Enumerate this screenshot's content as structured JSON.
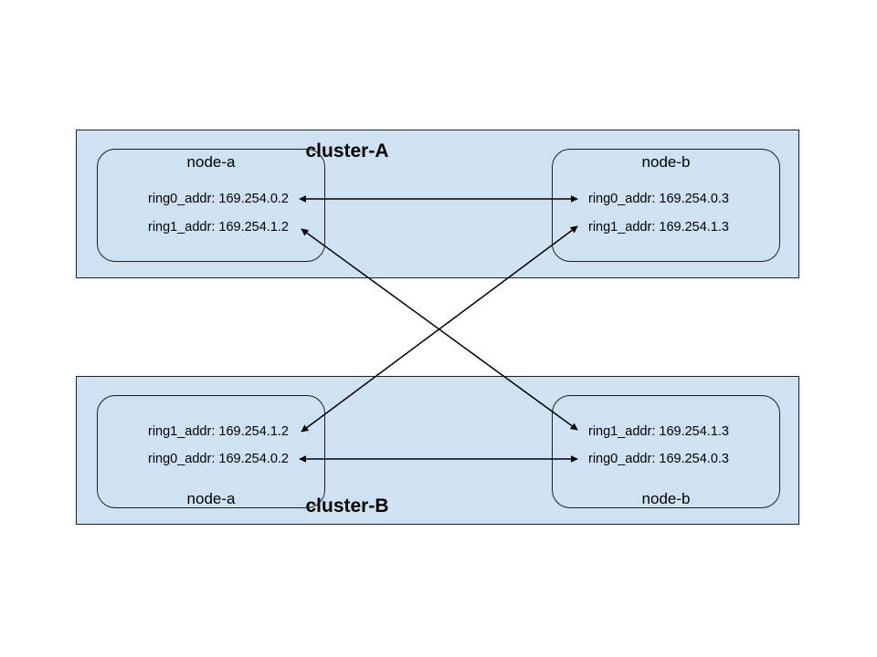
{
  "colors": {
    "cluster_fill": "#cfe2f3",
    "border": "#1f1f1f",
    "arrow": "#000000"
  },
  "clusters": [
    {
      "title": "cluster-A",
      "nodes": [
        {
          "name": "node-a",
          "ring0": "ring0_addr: 169.254.0.2",
          "ring1": "ring1_addr: 169.254.1.2"
        },
        {
          "name": "node-b",
          "ring0": "ring0_addr: 169.254.0.3",
          "ring1": "ring1_addr: 169.254.1.3"
        }
      ]
    },
    {
      "title": "cluster-B",
      "nodes": [
        {
          "name": "node-a",
          "ring1": "ring1_addr: 169.254.1.2",
          "ring0": "ring0_addr: 169.254.0.2"
        },
        {
          "name": "node-b",
          "ring1": "ring1_addr: 169.254.1.3",
          "ring0": "ring0_addr: 169.254.0.3"
        }
      ]
    }
  ],
  "links": [
    {
      "from": "cluster-A node-a ring0_addr",
      "to": "cluster-A node-b ring0_addr",
      "direction": "both"
    },
    {
      "from": "cluster-A node-a ring1_addr",
      "to": "cluster-B node-b ring1_addr",
      "direction": "both"
    },
    {
      "from": "cluster-A node-b ring1_addr",
      "to": "cluster-B node-a ring1_addr",
      "direction": "both"
    },
    {
      "from": "cluster-B node-a ring0_addr",
      "to": "cluster-B node-b ring0_addr",
      "direction": "both"
    }
  ]
}
